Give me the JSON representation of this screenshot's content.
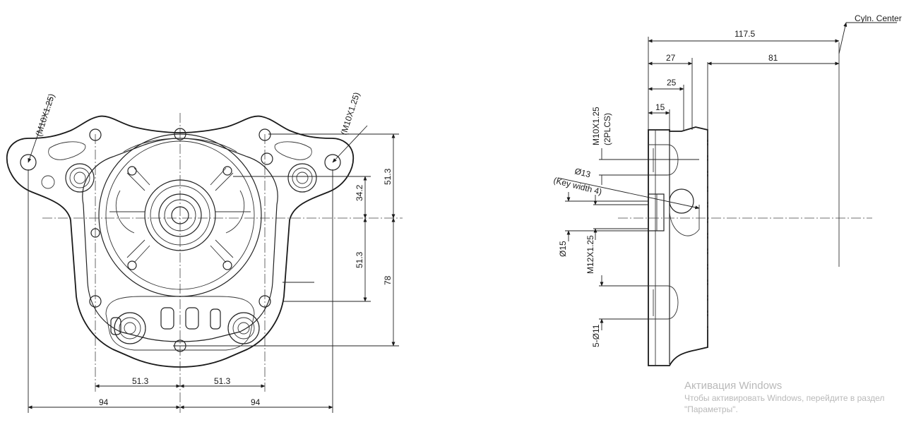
{
  "front_view": {
    "dims": {
      "thread_left": "(M10X1.25)",
      "thread_right": "(M10X1.25)",
      "v_51_3_top": "51.3",
      "v_34_2": "34.2",
      "v_51_3_bottom": "51.3",
      "v_78": "78",
      "h_51_3_left": "51.3",
      "h_51_3_right": "51.3",
      "h_94_left": "94",
      "h_94_right": "94"
    }
  },
  "side_view": {
    "dims": {
      "cyl_center": "Cyln. Center",
      "total": "117.5",
      "d27": "27",
      "d81": "81",
      "d25": "25",
      "d15": "15",
      "thread_note": "M10X1.25",
      "thread_note_sub": "(2PLCS)",
      "bore": "Ø13",
      "key_width": "(Key width 4)",
      "shaft_dia": "Ø15",
      "shaft_thread": "M12X1.25",
      "holes": "5-Ø11"
    }
  },
  "watermark": {
    "title": "Активация Windows",
    "line1": "Чтобы активировать Windows, перейдите в раздел",
    "line2": "\"Параметры\"."
  }
}
